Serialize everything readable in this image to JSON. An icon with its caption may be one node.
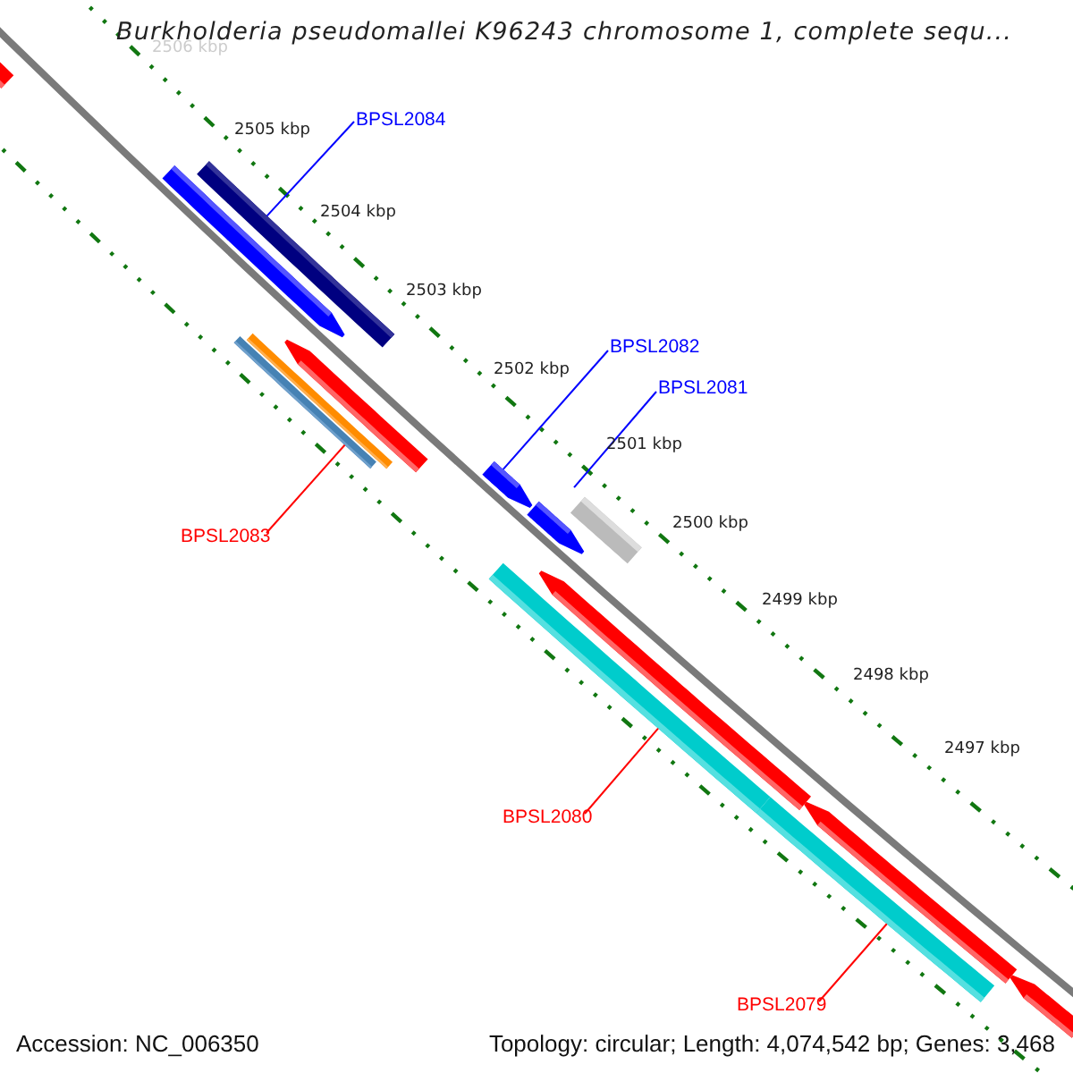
{
  "diagram": {
    "title": "Burkholderia pseudomallei K96243 chromosome 1, complete sequ...",
    "nodes": [
      {
        "text": [
          "BPSL2084"
        ]
      },
      {
        "text": [],
        "shape": "bar"
      },
      {
        "text": [
          "BPSL2082"
        ]
      },
      {
        "text": [],
        "shape": "arrow"
      },
      {
        "text": [
          "BPSL2081"
        ]
      },
      {
        "text": [],
        "shape": "bar"
      },
      {
        "text": [
          "BPSL2083"
        ]
      },
      {
        "text": [],
        "shape": "bar"
      },
      {
        "text": [
          "BPSL2080"
        ]
      },
      {
        "text": [],
        "shape": "bar"
      },
      {
        "text": [
          "BPSL2079"
        ]
      },
      {
        "text": [],
        "shape": "bar"
      },
      {
        "text": [],
        "shape": "bar"
      },
      {
        "text": [],
        "shape": "bar"
      },
      {
        "text": [],
        "shape": "arrow"
      },
      {
        "text": [],
        "shape": "arrow"
      },
      {
        "text": [],
        "shape": "arrow"
      },
      {
        "text": [],
        "shape": "arrow"
      },
      {
        "text": [],
        "shape": "arrow"
      },
      {
        "text": [],
        "shape": "arrow"
      }
    ],
    "edges": [
      {
        "from": 0,
        "to": 1,
        "arrow": "none"
      },
      {
        "from": 2,
        "to": 3,
        "arrow": "none"
      },
      {
        "from": 4,
        "to": 5,
        "arrow": "none"
      },
      {
        "from": 6,
        "to": 7,
        "arrow": "none",
        "color": "#ff0000"
      },
      {
        "from": 8,
        "to": 9,
        "arrow": "none",
        "color": "#ff0000"
      },
      {
        "from": 10,
        "to": 11,
        "arrow": "none",
        "color": "#ff0000"
      }
    ],
    "labels": [
      "2506 kbp",
      "2505 kbp",
      "2504 kbp",
      "2503 kbp",
      "2502 kbp",
      "2501 kbp",
      "2500 kbp",
      "2499 kbp",
      "2498 kbp",
      "2497 kbp",
      "Accession: NC_006350",
      "Topology: circular; Length: 4,074,542 bp; Genes: 3,468"
    ]
  }
}
